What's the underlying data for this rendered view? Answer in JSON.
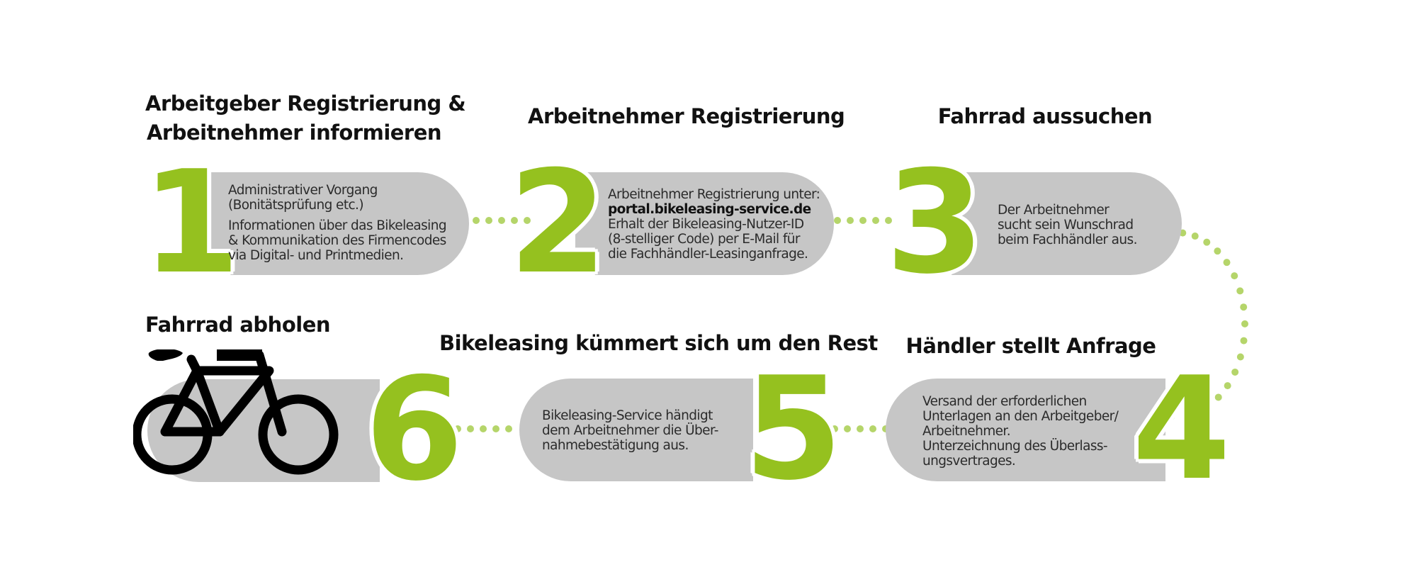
{
  "colors": {
    "accent_green": "#95c11f",
    "dot_green": "#b5d56a",
    "pill_grey": "#c6c6c6",
    "text_dark": "#111111"
  },
  "steps": [
    {
      "number": "1",
      "title_lines": [
        "Arbeitgeber Registrierung &",
        "Arbeitnehmer informieren"
      ],
      "description": {
        "para1": [
          "Administrativer Vorgang",
          "(Bonitätsprüfung etc.)"
        ],
        "para2": [
          "Informationen über das Bikeleasing",
          "& Kommunikation des Firmencodes",
          "via Digital- und Printmedien."
        ]
      }
    },
    {
      "number": "2",
      "title": "Arbeitnehmer Registrierung",
      "description": {
        "line1": "Arbeitnehmer Registrierung unter:",
        "link": "portal.bikeleasing-service.de",
        "line3": "Erhalt der Bikeleasing-Nutzer-ID",
        "line4": "(8-stelliger Code) per E-Mail für",
        "line5": "die Fachhändler-Leasinganfrage."
      }
    },
    {
      "number": "3",
      "title": "Fahrrad aussuchen",
      "description": [
        "Der Arbeitnehmer",
        "sucht sein Wunschrad",
        "beim Fachhändler aus."
      ]
    },
    {
      "number": "4",
      "title": "Händler stellt Anfrage",
      "description": [
        "Versand der erforderlichen",
        "Unterlagen an den Arbeitgeber/",
        "Arbeitnehmer.",
        "Unterzeichnung des Überlass-",
        "ungsvertrages."
      ]
    },
    {
      "number": "5",
      "title": "Bikeleasing kümmert sich um den Rest",
      "description": [
        "Bikeleasing-Service händigt",
        "dem Arbeitnehmer die Über-",
        "nahmebestätigung aus."
      ]
    },
    {
      "number": "6",
      "title": "Fahrrad abholen",
      "icon": "bicycle-icon"
    }
  ]
}
